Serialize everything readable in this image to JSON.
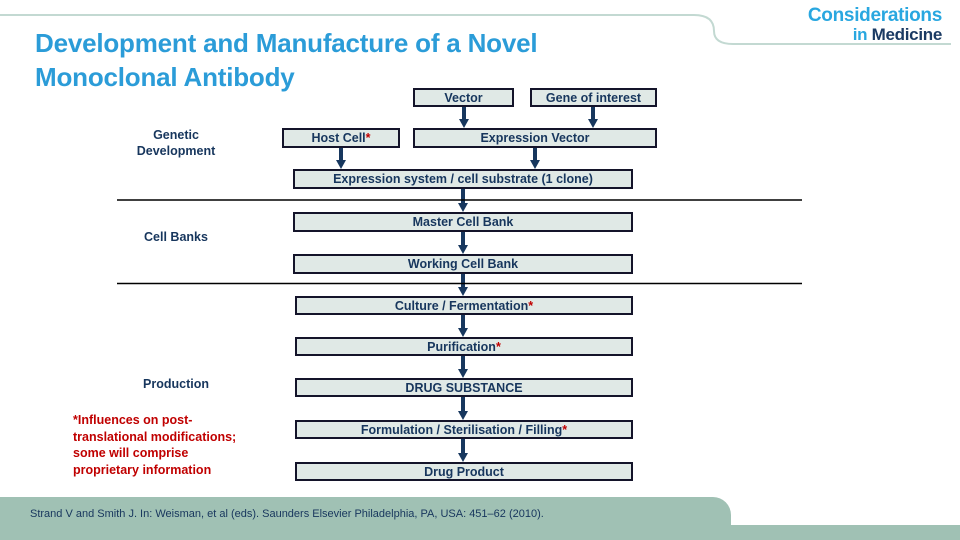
{
  "slide": {
    "title_line1": "Development and Manufacture of a Novel",
    "title_line2": "Monoclonal Antibody"
  },
  "logo": {
    "line1": "Considerations",
    "line2_prefix": "in ",
    "line2_suffix": "Medicine"
  },
  "sections": [
    {
      "label": "Genetic\nDevelopment"
    },
    {
      "label": "Cell Banks"
    },
    {
      "label": "Production"
    }
  ],
  "flowchart": {
    "boxes": [
      {
        "label": "Vector",
        "suffix": ""
      },
      {
        "label": "Gene of interest",
        "suffix": ""
      },
      {
        "label": "Host Cell",
        "suffix": "*"
      },
      {
        "label": "Expression Vector",
        "suffix": ""
      },
      {
        "label": "Expression system / cell substrate (1 clone)",
        "suffix": ""
      },
      {
        "label": "Master Cell Bank",
        "suffix": ""
      },
      {
        "label": "Working Cell Bank",
        "suffix": ""
      },
      {
        "label": "Culture / Fermentation",
        "suffix": "*"
      },
      {
        "label": "Purification",
        "suffix": "*"
      },
      {
        "label": "DRUG SUBSTANCE",
        "suffix": ""
      },
      {
        "label": "Formulation / Sterilisation / Filling",
        "suffix": "*"
      },
      {
        "label": "Drug Product",
        "suffix": ""
      }
    ]
  },
  "footnote": {
    "text": "*Influences on post-\ntranslational modifications;\nsome will comprise\nproprietary information"
  },
  "footer": {
    "citation": "Strand V and Smith J. In: Weisman, et al (eds). Saunders Elsevier Philadelphia, PA, USA: 451–62 (2010)."
  },
  "colors": {
    "title_blue": "#2B9CD8",
    "logo_light_blue": "#29A7E0",
    "logo_navy": "#1B3A63",
    "box_fill": "#E0E9E6",
    "box_border": "#14142A",
    "box_text_navy": "#17365D",
    "arrow_navy": "#17375E",
    "footnote_red": "#C00000",
    "footer_sage": "#A0C1B4",
    "curve_teal": "#C3D9D2"
  }
}
